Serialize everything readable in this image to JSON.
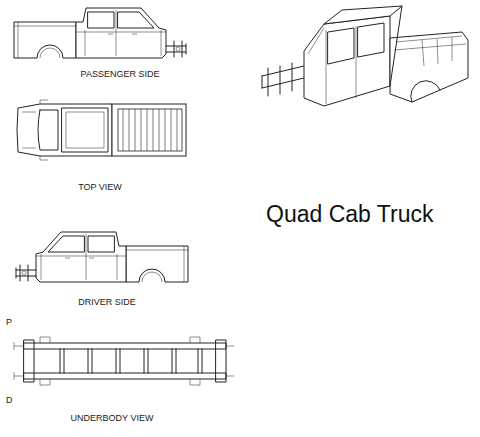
{
  "diagram": {
    "title": "Quad Cab Truck",
    "labels": [
      "PASSENGER SIDE",
      "TOP VIEW",
      "DRIVER SIDE",
      "P",
      "D",
      "UNDERBODY VIEW"
    ]
  }
}
